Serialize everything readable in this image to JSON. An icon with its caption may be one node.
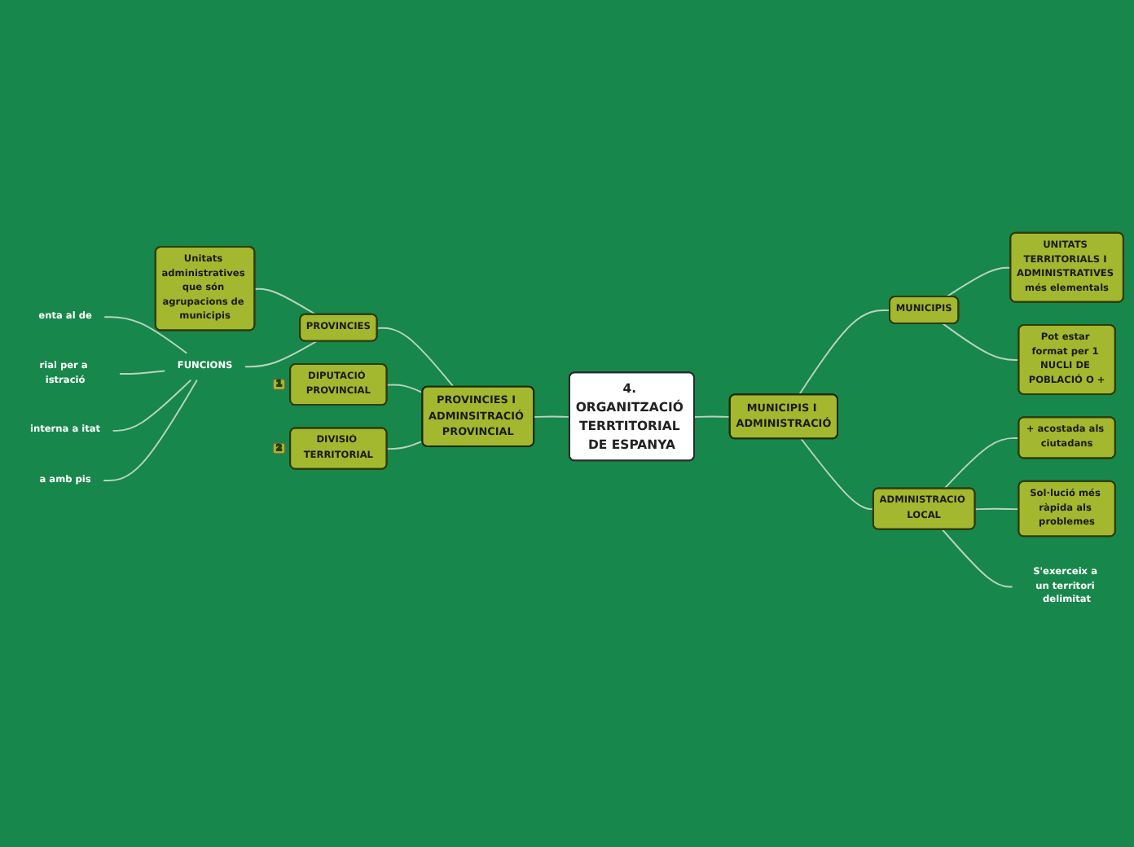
{
  "diagram": {
    "nodes": [
      {
        "text": [
          "4. ORGANITZACIÓ TERRTITORIAL DE ESPANYA"
        ]
      },
      {
        "text": [
          "PROVINCIES I ADMINSITRACIÓ PROVINCIAL"
        ]
      },
      {
        "text": [
          "PROVINCIES"
        ]
      },
      {
        "text": [
          "Unitats administratives que són agrupacions de municipis"
        ]
      },
      {
        "text": [
          "FUNCIONS"
        ]
      },
      {
        "text": [
          "enta al de"
        ]
      },
      {
        "text": [
          "rial per a istració"
        ]
      },
      {
        "text": [
          "interna a itat"
        ]
      },
      {
        "text": [
          "a amb pis"
        ]
      },
      {
        "text": [
          "DIPUTACIÓ PROVINCIAL"
        ],
        "beside": [
          "1"
        ]
      },
      {
        "text": [
          "DIVISIÓ TERRITORIAL"
        ],
        "beside": [
          "2"
        ]
      },
      {
        "text": [
          "MUNICIPIS I ADMINISTRACIÓ"
        ]
      },
      {
        "text": [
          "MUNICIPIS"
        ]
      },
      {
        "text": [
          "UNITATS TERRITORIALS I ADMINISTRATIVES més elementals"
        ]
      },
      {
        "text": [
          "Pot estar format per 1 NUCLI DE POBLACIÓ O +"
        ]
      },
      {
        "text": [
          "ADMINISTRACIÓ LOCAL"
        ]
      },
      {
        "text": [
          "+ acostada als ciutadans"
        ]
      },
      {
        "text": [
          "Sol·lució més ràpida als problemes"
        ]
      },
      {
        "text": [
          "S'exerceix a un territori delimitat"
        ]
      }
    ],
    "edges": [
      {
        "from": 1,
        "to": 0,
        "arrow": "none"
      },
      {
        "from": 2,
        "to": 1,
        "arrow": "none"
      },
      {
        "from": 9,
        "to": 1,
        "arrow": "none"
      },
      {
        "from": 10,
        "to": 1,
        "arrow": "none"
      },
      {
        "from": 3,
        "to": 2,
        "arrow": "none"
      },
      {
        "from": 4,
        "to": 2,
        "arrow": "none"
      },
      {
        "from": 5,
        "to": 4,
        "arrow": "none"
      },
      {
        "from": 6,
        "to": 4,
        "arrow": "none"
      },
      {
        "from": 7,
        "to": 4,
        "arrow": "none"
      },
      {
        "from": 8,
        "to": 4,
        "arrow": "none"
      },
      {
        "from": 0,
        "to": 11,
        "arrow": "none"
      },
      {
        "from": 11,
        "to": 12,
        "arrow": "none"
      },
      {
        "from": 11,
        "to": 15,
        "arrow": "none"
      },
      {
        "from": 12,
        "to": 13,
        "arrow": "none"
      },
      {
        "from": 12,
        "to": 14,
        "arrow": "none"
      },
      {
        "from": 15,
        "to": 16,
        "arrow": "none"
      },
      {
        "from": 15,
        "to": 17,
        "arrow": "none"
      },
      {
        "from": 15,
        "to": 18,
        "arrow": "none"
      }
    ]
  }
}
